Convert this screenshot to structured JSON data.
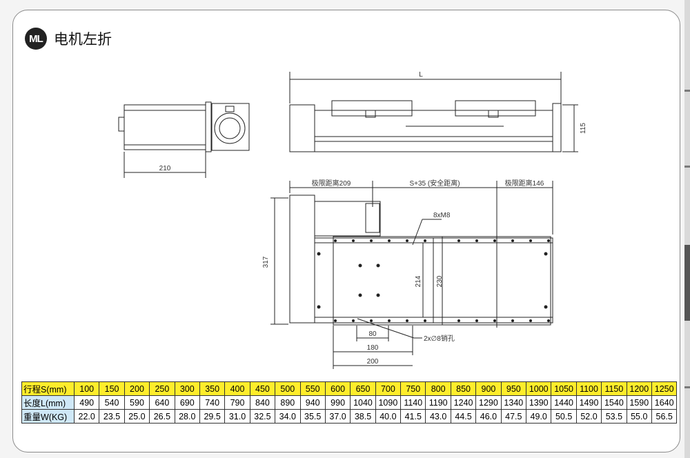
{
  "header": {
    "badge": "ML",
    "title": "电机左折"
  },
  "dimensions": {
    "length": "L",
    "height": "115",
    "side_width": "210",
    "limit_left": "极限距离209",
    "safe_distance": "S+35 (安全距离)",
    "limit_right": "极限距离146",
    "overall_width": "317",
    "screw": "8xM8",
    "inner_214": "214",
    "inner_230": "230",
    "pin_hole": "2x∅8销孔",
    "d80": "80",
    "d180": "180",
    "d200": "200"
  },
  "table": {
    "rows": [
      {
        "label": "行程S(mm)",
        "values": [
          "100",
          "150",
          "200",
          "250",
          "300",
          "350",
          "400",
          "450",
          "500",
          "550",
          "600",
          "650",
          "700",
          "750",
          "800",
          "850",
          "900",
          "950",
          "1000",
          "1050",
          "1100",
          "1150",
          "1200",
          "1250"
        ]
      },
      {
        "label": "长度L(mm)",
        "values": [
          "490",
          "540",
          "590",
          "640",
          "690",
          "740",
          "790",
          "840",
          "890",
          "940",
          "990",
          "1040",
          "1090",
          "1140",
          "1190",
          "1240",
          "1290",
          "1340",
          "1390",
          "1440",
          "1490",
          "1540",
          "1590",
          "1640"
        ]
      },
      {
        "label": "重量W(KG)",
        "values": [
          "22.0",
          "23.5",
          "25.0",
          "26.5",
          "28.0",
          "29.5",
          "31.0",
          "32.5",
          "34.0",
          "35.5",
          "37.0",
          "38.5",
          "40.0",
          "41.5",
          "43.0",
          "44.5",
          "46.0",
          "47.5",
          "49.0",
          "50.5",
          "52.0",
          "53.5",
          "55.0",
          "56.5"
        ]
      }
    ]
  },
  "colors": {
    "stroke_row": "#ffed2b",
    "label_cells": "#cfe8f7"
  }
}
